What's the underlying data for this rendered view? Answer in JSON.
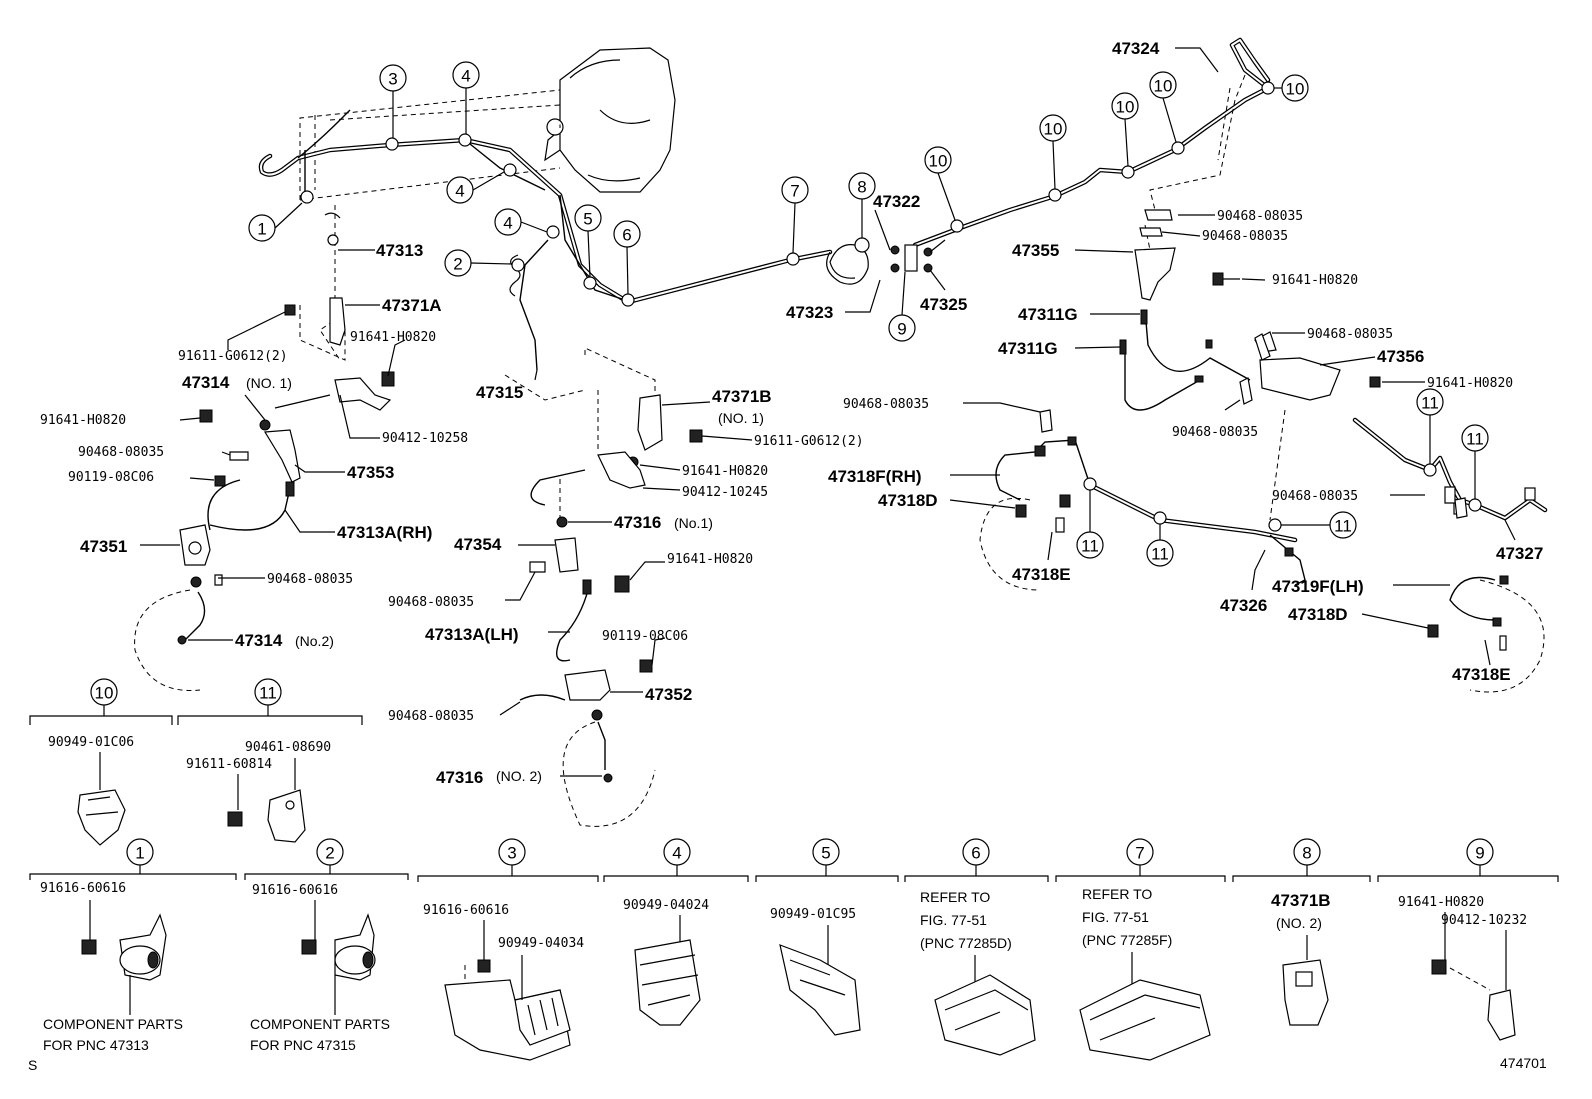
{
  "callouts": {
    "c1": "1",
    "c2": "2",
    "c3": "3",
    "c4": "4",
    "c5": "5",
    "c6": "6",
    "c7": "7",
    "c8": "8",
    "c9": "9",
    "c10": "10",
    "c11": "11"
  },
  "labels": {
    "p47313": "47313",
    "p47371A": "47371A",
    "p91611_G0612_2": "91611-G0612(2)",
    "p91641_H0820": "91641-H0820",
    "p47314_no1": "47314",
    "p47314_no1_sub": "(NO. 1)",
    "p90412_10258": "90412-10258",
    "p90468_08035": "90468-08035",
    "p90119_08C06": "90119-08C06",
    "p47353": "47353",
    "p47351": "47351",
    "p47313A_RH": "47313A(RH)",
    "p47314_no2": "47314",
    "p47314_no2_sub": "(No.2)",
    "p47315": "47315",
    "p47371B": "47371B",
    "p47371B_sub": "(NO. 1)",
    "p91611_G0612_2b": "91611-G0612(2)",
    "p90412_10245": "90412-10245",
    "p47316_no1": "47316",
    "p47316_no1_sub": "(No.1)",
    "p47354": "47354",
    "p47313A_LH": "47313A(LH)",
    "p47352": "47352",
    "p47316_no2": "47316",
    "p47316_no2_sub": "(NO. 2)",
    "p47322": "47322",
    "p47323": "47323",
    "p47325": "47325",
    "p47324": "47324",
    "p47355": "47355",
    "p47311G": "47311G",
    "p47356": "47356",
    "p47318F_RH": "47318F(RH)",
    "p47318D": "47318D",
    "p47318E": "47318E",
    "p47326": "47326",
    "p47327": "47327",
    "p47319F_LH": "47319F(LH)",
    "p90949_01C06": "90949-01C06",
    "p90461_08690": "90461-08690",
    "p91611_60814": "91611-60814",
    "p91616_60616": "91616-60616",
    "p90949_04034": "90949-04034",
    "p90949_04024": "90949-04024",
    "p90949_01C95": "90949-01C95",
    "p47371B_no2": "47371B",
    "p47371B_no2_sub": "(NO. 2)",
    "p90412_10232": "90412-10232"
  },
  "notes": {
    "component_1": "COMPONENT PARTS",
    "component_1b": "FOR PNC 47313",
    "component_2": "COMPONENT PARTS",
    "component_2b": "FOR PNC 47315",
    "refer_6a": "REFER TO",
    "refer_6b": "FIG. 77-51",
    "refer_6c": "(PNC 77285D)",
    "refer_7a": "REFER TO",
    "refer_7b": "FIG. 77-51",
    "refer_7c": "(PNC 77285F)",
    "corner_s": "S",
    "figure_id": "474701"
  }
}
